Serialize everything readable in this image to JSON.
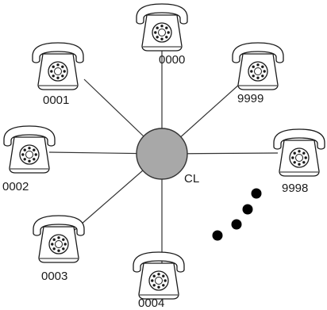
{
  "hub": {
    "label": "CL",
    "fill": "#a8a8a8",
    "stroke": "#333333"
  },
  "phones": [
    {
      "id": "0000",
      "label": "0000",
      "icon": "telephone-icon"
    },
    {
      "id": "9999",
      "label": "9999",
      "icon": "telephone-icon"
    },
    {
      "id": "9998",
      "label": "9998",
      "icon": "telephone-icon"
    },
    {
      "id": "0004",
      "label": "0004",
      "icon": "telephone-icon"
    },
    {
      "id": "0003",
      "label": "0003",
      "icon": "telephone-icon"
    },
    {
      "id": "0002",
      "label": "0002",
      "icon": "telephone-icon"
    },
    {
      "id": "0001",
      "label": "0001",
      "icon": "telephone-icon"
    }
  ],
  "ellipsis_dots": 4,
  "colors": {
    "line": "#333333",
    "phone_stroke": "#1a1a1a",
    "phone_fill": "#ffffff",
    "dots": "#000000"
  }
}
